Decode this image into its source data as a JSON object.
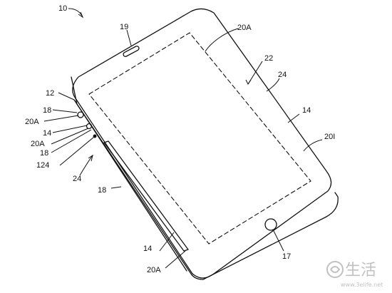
{
  "figure": {
    "labels": {
      "device": "10",
      "earpiece": "19",
      "display_top": "20A",
      "display": "22",
      "bezel_right": "24",
      "side_right": "14",
      "sensor": "20I",
      "housing": "12",
      "left_18_a": "18",
      "left_20a_a": "20A",
      "left_14": "14",
      "left_20a_b": "20A",
      "left_18_b": "18",
      "left_124": "124",
      "left_24": "24",
      "side_18": "18",
      "side_14": "14",
      "bottom_20a": "20A",
      "home_button": "17"
    }
  },
  "watermark": {
    "glyph": "生活",
    "url": "www.3elife.net"
  }
}
